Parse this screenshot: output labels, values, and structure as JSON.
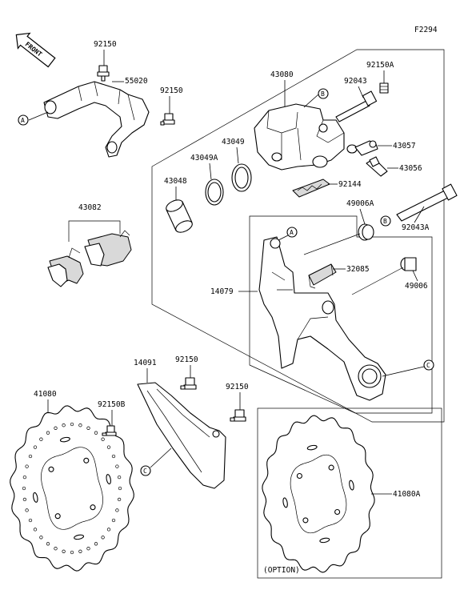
{
  "diagram_code": "F2294",
  "front_label": "FRONT",
  "option_label": "(OPTION)",
  "parts": {
    "p92150_a": "92150",
    "p55020": "55020",
    "p92150_b": "92150",
    "p43080": "43080",
    "p92150A": "92150A",
    "p92043": "92043",
    "p43049": "43049",
    "p43049A": "43049A",
    "p43057": "43057",
    "p43056": "43056",
    "p43048": "43048",
    "p92144": "92144",
    "p43082": "43082",
    "p49006A": "49006A",
    "p92043A": "92043A",
    "p32085": "32085",
    "p14079": "14079",
    "p49006": "49006",
    "p14091": "14091",
    "p92150_c": "92150",
    "p92150_d": "92150",
    "p41080": "41080",
    "p92150B": "92150B",
    "p41080A": "41080A"
  },
  "markers": {
    "a1": "A",
    "a2": "A",
    "b1": "B",
    "b2": "B",
    "c1": "C",
    "c2": "C"
  }
}
